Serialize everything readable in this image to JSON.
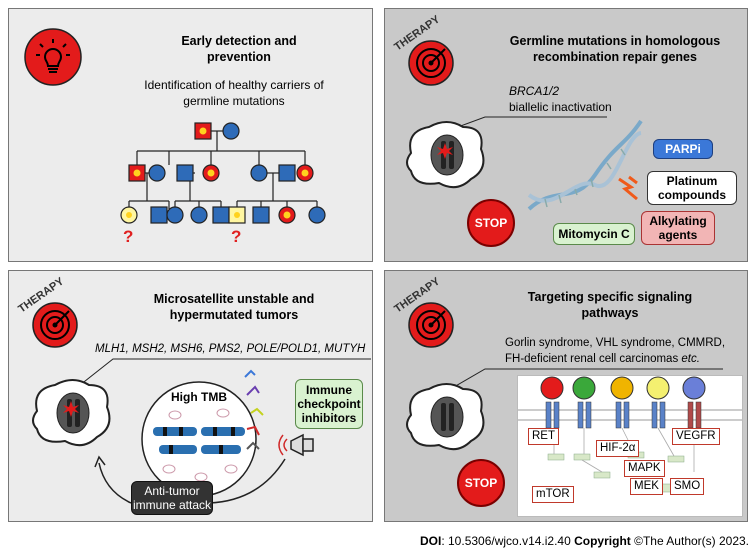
{
  "panels": {
    "p1": {
      "title_line1": "Early detection and",
      "title_line2": "prevention",
      "desc_line1": "Identification of healthy carriers of",
      "desc_line2": "germline mutations",
      "qmark": "?"
    },
    "p2": {
      "therapy": "THERAPY",
      "title_line1": "Germline mutations in homologous",
      "title_line2": "recombination repair genes",
      "gene": "BRCA1/2",
      "gene_desc": "biallelic inactivation",
      "drugs": [
        "PARPi",
        "Platinum compounds",
        "Alkylating agents",
        "Mitomycin C"
      ],
      "stop": "STOP"
    },
    "p3": {
      "therapy": "THERAPY",
      "title_line1": "Microsatellite unstable and",
      "title_line2": "hypermutated tumors",
      "genes": "MLH1, MSH2, MSH6, PMS2, POLE/POLD1, MUTYH",
      "tmb": "High TMB",
      "checkpoint_line1": "Immune",
      "checkpoint_line2": "checkpoint",
      "checkpoint_line3": "inhibitors",
      "attack_line1": "Anti-tumor",
      "attack_line2": "immune attack"
    },
    "p4": {
      "therapy": "THERAPY",
      "title_line1": "Targeting specific signaling",
      "title_line2": "pathways",
      "desc_line1": "Gorlin syndrome, VHL syndrome, CMMRD,",
      "desc_line2_plain": "FH-deficient renal cell carcinomas ",
      "desc_line2_ital": "etc.",
      "targets": [
        "RET",
        "VEGFR",
        "HIF-2α",
        "MAPK",
        "mTOR",
        "MEK",
        "SMO"
      ],
      "stop": "STOP"
    }
  },
  "footer": {
    "doi_label": "DOI",
    "doi_value": ": 10.5306/wjco.v14.i2.40 ",
    "copyright_label": "Copyright",
    "copyright_value": " ©The Author(s) 2023."
  },
  "colors": {
    "panel_bg": "#ececec",
    "panel_dark": "#c9c9c9",
    "accent_red": "#e31b1b",
    "pedigree_blue": "#2e6bb8",
    "drug_blue": "#3b78d8",
    "drug_green": "#d9f2d0",
    "drug_pink": "#f2b5b5"
  }
}
